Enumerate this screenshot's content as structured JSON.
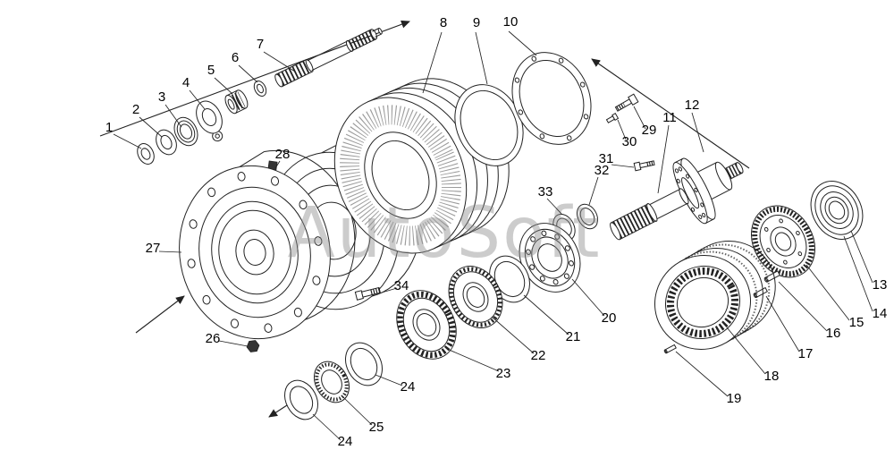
{
  "figure": {
    "watermark": "AutoSoft",
    "colors": {
      "line": "#222222",
      "paper": "#ffffff",
      "watermark": "#8f8f8f",
      "label": "#000000"
    }
  },
  "callouts": [
    "1",
    "2",
    "3",
    "4",
    "5",
    "6",
    "7",
    "8",
    "9",
    "10",
    "11",
    "12",
    "13",
    "14",
    "15",
    "16",
    "17",
    "18",
    "19",
    "20",
    "21",
    "22",
    "23",
    "24",
    "24",
    "25",
    "26",
    "27",
    "28",
    "29",
    "30",
    "31",
    "32",
    "33",
    "34"
  ]
}
